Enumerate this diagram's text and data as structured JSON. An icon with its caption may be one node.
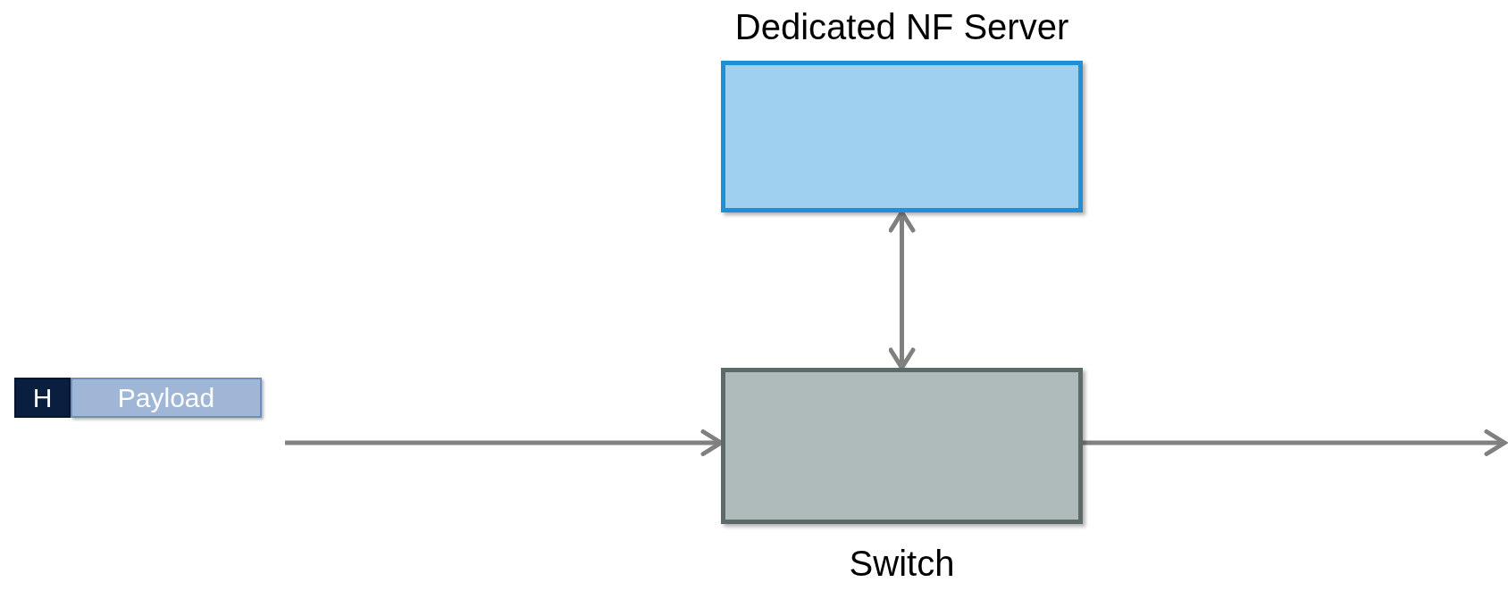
{
  "diagram": {
    "nodes": [
      {
        "text": [
          "Dedicated NF Server"
        ]
      },
      {
        "text": [
          "Switch"
        ]
      },
      {
        "text": [
          "H"
        ]
      },
      {
        "text": [
          "Payload"
        ]
      }
    ],
    "edges": [
      {
        "from": 0,
        "to": 1,
        "arrow": "both"
      },
      {
        "from": null,
        "to": 1,
        "arrow": "to"
      },
      {
        "from": 1,
        "to": null,
        "arrow": "to"
      }
    ]
  }
}
